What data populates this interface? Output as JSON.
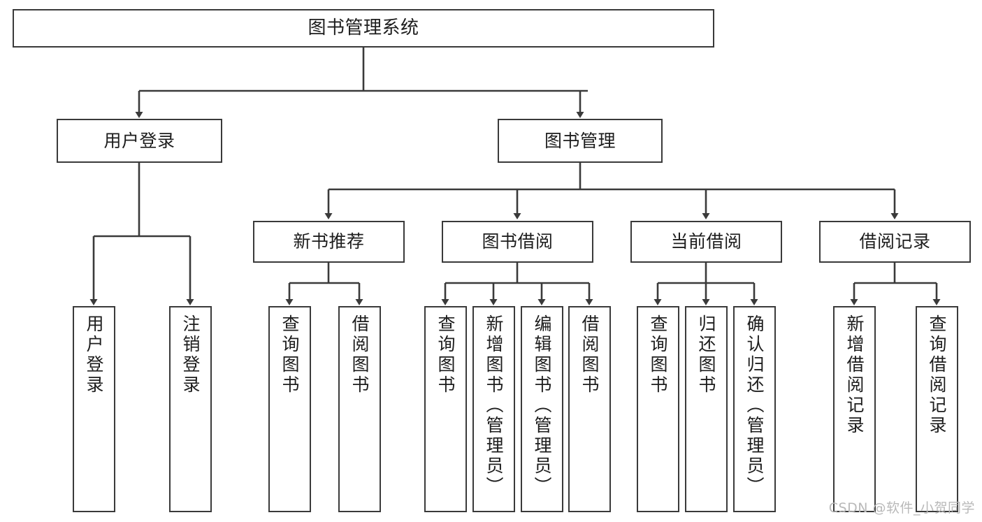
{
  "diagram": {
    "title": "图书管理系统",
    "type": "tree-hierarchy-diagram",
    "line_color": "#3a3a3a",
    "box_fill": "#ffffff",
    "text_color": "#1d1d1d",
    "watermark": "CSDN @软件_小贺同学"
  },
  "nodes": {
    "root": {
      "label": "图书管理系统"
    },
    "level1": [
      {
        "label": "用户登录"
      },
      {
        "label": "图书管理"
      }
    ],
    "level2": [
      {
        "label": "新书推荐"
      },
      {
        "label": "图书借阅"
      },
      {
        "label": "当前借阅"
      },
      {
        "label": "借阅记录"
      }
    ],
    "leaves": {
      "user_login": [
        {
          "label": "用户登录"
        },
        {
          "label": "注销登录"
        }
      ],
      "new_book_recommend": [
        {
          "label": "查询图书"
        },
        {
          "label": "借阅图书"
        }
      ],
      "book_borrow": [
        {
          "label": "查询图书"
        },
        {
          "label": "新增图书（管理员）"
        },
        {
          "label": "编辑图书（管理员）"
        },
        {
          "label": "借阅图书"
        }
      ],
      "current_borrow": [
        {
          "label": "查询图书"
        },
        {
          "label": "归还图书"
        },
        {
          "label": "确认归还（管理员）"
        }
      ],
      "borrow_record": [
        {
          "label": "新增借阅记录"
        },
        {
          "label": "查询借阅记录"
        }
      ]
    }
  }
}
